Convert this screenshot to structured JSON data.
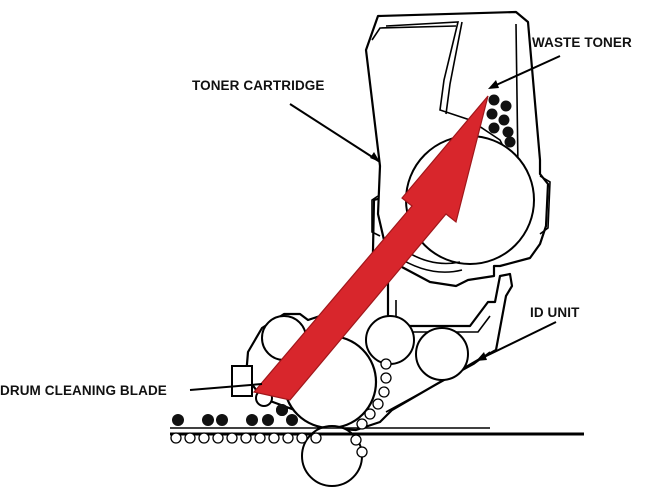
{
  "labels": {
    "toner_cartridge": "TONER CARTRIDGE",
    "waste_toner": "WASTE TONER",
    "id_unit": "ID UNIT",
    "drum_cleaning_blade": "DRUM CLEANING BLADE"
  },
  "colors": {
    "arrow": "#d8262c",
    "line": "#000000",
    "background": "#ffffff"
  },
  "icons": {
    "flow_arrow": "red-arrow-icon"
  }
}
